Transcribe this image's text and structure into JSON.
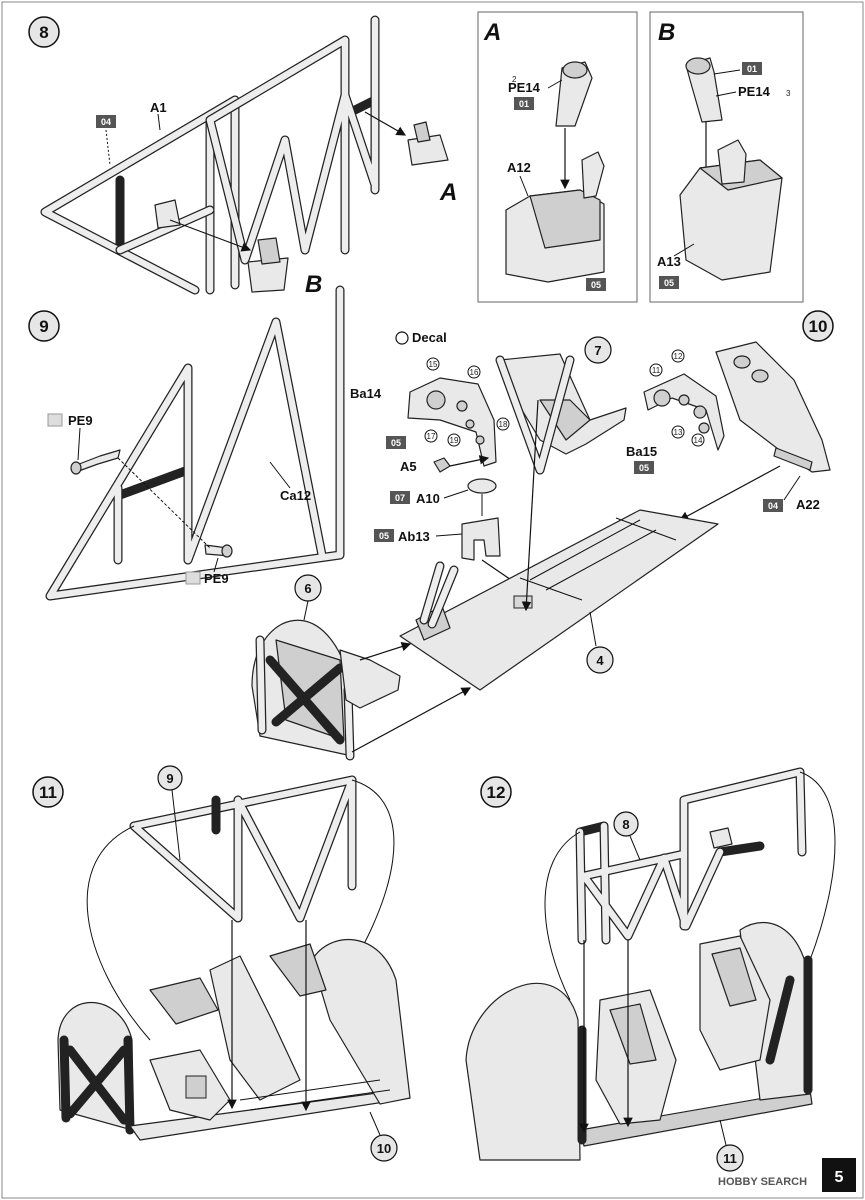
{
  "page": {
    "number": "5",
    "footer": "HOBBY SEARCH"
  },
  "steps": {
    "s8": {
      "num": "8",
      "parts": {
        "a1": "A1",
        "a1_color": "04"
      },
      "callouts": {
        "a": "A",
        "b": "B"
      }
    },
    "s9": {
      "num": "9",
      "parts": {
        "ca12": "Ca12",
        "pe9_top": "PE9",
        "pe9_bottom": "PE9"
      }
    },
    "s10": {
      "num": "10",
      "legend": "Decal",
      "parts": {
        "ba14": "Ba14",
        "ba14_color": "05",
        "a5": "A5",
        "a10": "A10",
        "a10_color": "07",
        "ab13": "Ab13",
        "ab13_color": "05",
        "ba15": "Ba15",
        "ba15_color": "05",
        "a22": "A22",
        "a22_color": "04"
      },
      "decals": [
        "15",
        "16",
        "17",
        "18",
        "19",
        "11",
        "12",
        "13",
        "14"
      ],
      "subassemblies": {
        "seat_a": "7",
        "frame": "6",
        "floor": "4"
      }
    },
    "s11": {
      "num": "11",
      "subassemblies": {
        "from_step": "9",
        "base": "10"
      }
    },
    "s12": {
      "num": "12",
      "subassemblies": {
        "from_step": "8",
        "base": "11"
      }
    }
  },
  "details": {
    "A": {
      "title": "A",
      "parts": {
        "pe14": "PE14",
        "pe14_color": "01",
        "pe14_index": "2",
        "a12": "A12",
        "a12_color": "05"
      }
    },
    "B": {
      "title": "B",
      "parts": {
        "pe14": "PE14",
        "pe14_color": "01",
        "pe14_index": "3",
        "a13": "A13",
        "a13_color": "05"
      }
    }
  }
}
